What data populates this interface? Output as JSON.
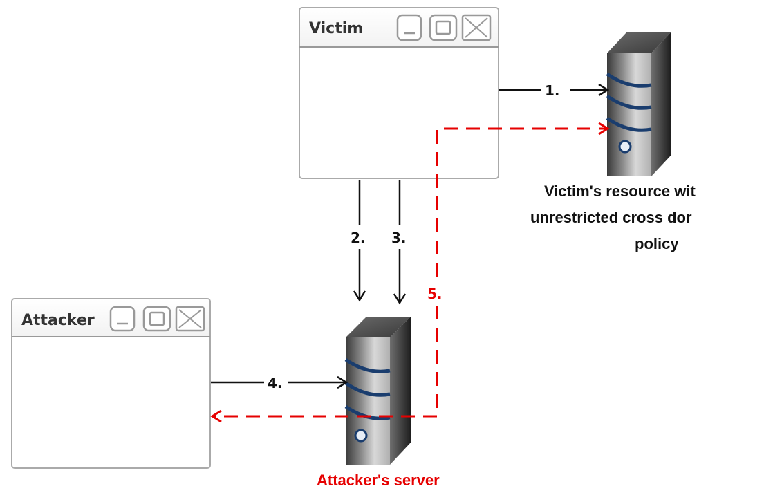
{
  "colors": {
    "solid_arrow": "#111111",
    "dashed_arrow": "#e60000",
    "attacker_server_label": "#e60000",
    "window_border": "#aaaaaa",
    "server_stripe": "#1a3d6e"
  },
  "windows": {
    "victim": {
      "title": "Victim",
      "buttons": [
        "minimize-icon",
        "maximize-icon",
        "close-icon"
      ]
    },
    "attacker": {
      "title": "Attacker",
      "buttons": [
        "minimize-icon",
        "maximize-icon",
        "close-icon"
      ]
    }
  },
  "servers": {
    "victim_resource": {
      "icon": "server-icon",
      "label_lines": [
        "Victim's resource wit",
        "unrestricted cross dor",
        "policy"
      ]
    },
    "attacker_server": {
      "icon": "server-icon",
      "label": "Attacker's server"
    }
  },
  "steps": {
    "s1": "1.",
    "s2": "2.",
    "s3": "3.",
    "s4": "4.",
    "s5": "5."
  }
}
